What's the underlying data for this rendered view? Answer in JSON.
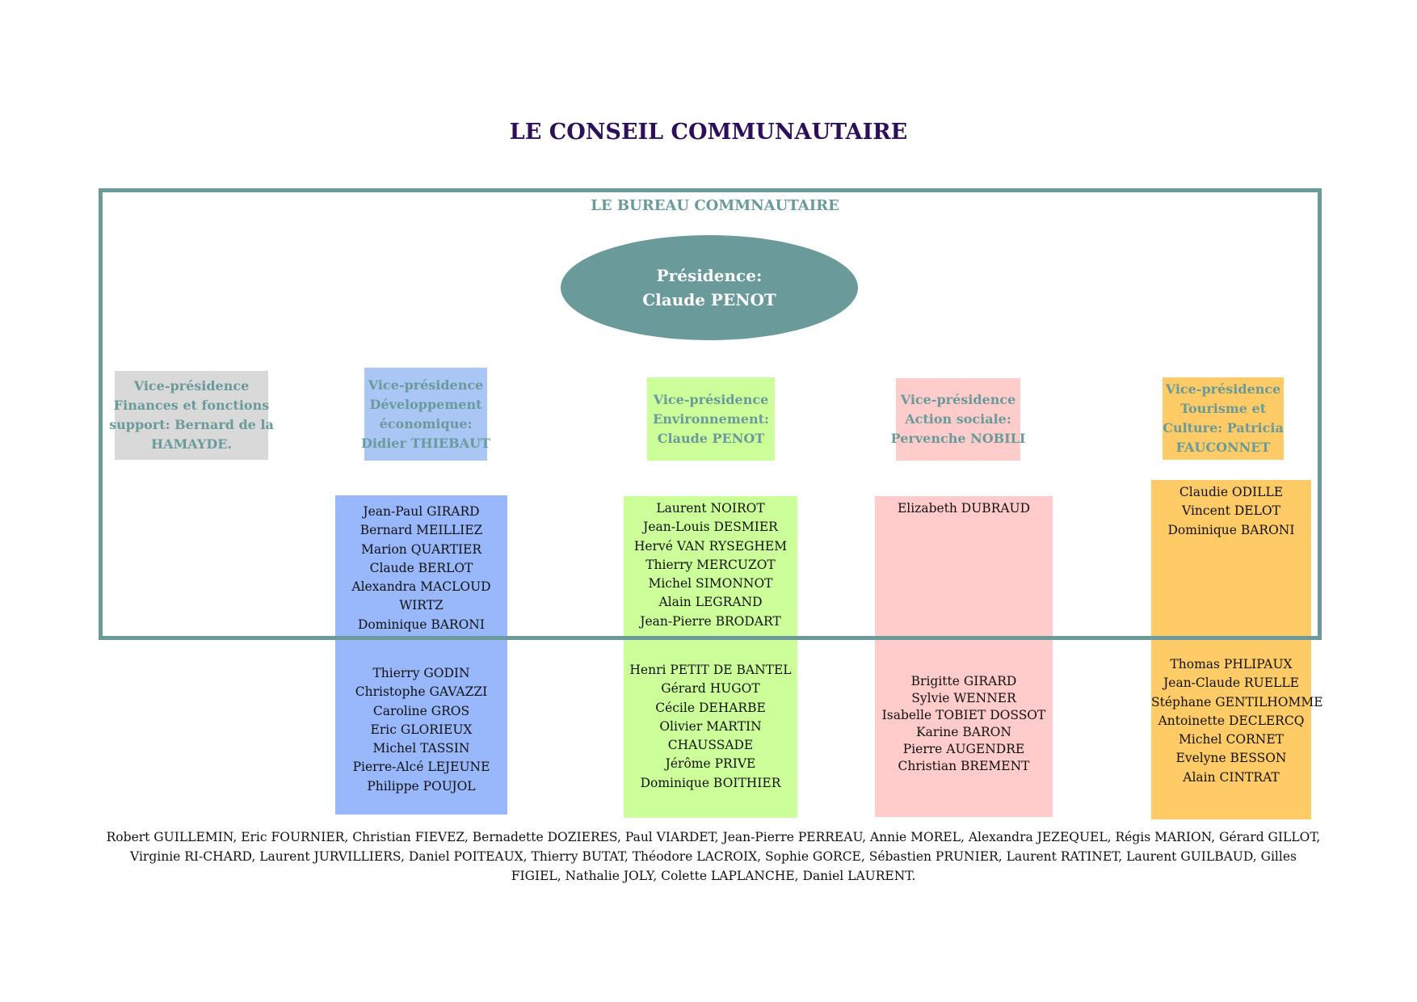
{
  "title": "LE CONSEIL COMMUNAUTAIRE",
  "bureau_title": "LE BUREAU COMMNAUTAIRE",
  "presidence": {
    "label": "Présidence:",
    "name": "Claude PENOT",
    "color": "#6a9a9a"
  },
  "vice_presidences": [
    {
      "lines": [
        "Vice-présidence",
        "Finances et fonctions",
        "support: Bernard de la",
        "HAMAYDE."
      ],
      "color": "#d9d9d9"
    },
    {
      "lines": [
        "Vice-présidence",
        "Développement",
        "économique:",
        "Didier THIEBAUT"
      ],
      "color": "#a9c6f5"
    },
    {
      "lines": [
        "Vice-présidence",
        "Environnement:",
        "Claude PENOT"
      ],
      "color": "#ccff99"
    },
    {
      "lines": [
        "Vice-présidence",
        "Action sociale:",
        "Pervenche NOBILI"
      ],
      "color": "#ffcccc"
    },
    {
      "lines": [
        "Vice-présidence",
        "Tourisme et",
        "Culture: Patricia",
        "FAUCONNET"
      ],
      "color": "#fecb66"
    }
  ],
  "member_columns": [
    {
      "color": "#99b8fb",
      "bureau_members": [
        "Jean-Paul GIRARD",
        "Bernard MEILLIEZ",
        "Marion QUARTIER",
        "Claude BERLOT",
        "Alexandra MACLOUD",
        "WIRTZ",
        "Dominique BARONI"
      ],
      "council_members": [
        "Thierry GODIN",
        "Christophe GAVAZZI",
        "Caroline GROS",
        "Eric GLORIEUX",
        "Michel TASSIN",
        "Pierre-Alcé LEJEUNE",
        "Philippe POUJOL"
      ]
    },
    {
      "color": "#ccff99",
      "bureau_members": [
        "Laurent NOIROT",
        "Jean-Louis DESMIER",
        "Hervé VAN RYSEGHEM",
        "Thierry MERCUZOT",
        "Michel SIMONNOT",
        "Alain LEGRAND",
        "Jean-Pierre BRODART"
      ],
      "council_members": [
        "Henri PETIT DE BANTEL",
        "Gérard HUGOT",
        "Cécile DEHARBE",
        "Olivier MARTIN",
        "CHAUSSADE",
        "Jérôme PRIVE",
        "Dominique BOITHIER"
      ]
    },
    {
      "color": "#ffcbcb",
      "bureau_members": [
        "Elizabeth DUBRAUD"
      ],
      "council_members": [
        "Brigitte GIRARD",
        "Sylvie WENNER",
        "Isabelle TOBIET DOSSOT",
        "Karine BARON",
        "Pierre AUGENDRE",
        "Christian BREMENT"
      ]
    },
    {
      "color": "#fecb66",
      "bureau_members": [
        "Claudie ODILLE",
        "Vincent DELOT",
        "Dominique BARONI"
      ],
      "council_members": [
        "Thomas PHLIPAUX",
        "Jean-Claude RUELLE",
        "Stéphane GENTILHOMME",
        "Antoinette DECLERCQ",
        "Michel CORNET",
        "Evelyne BESSON",
        "Alain CINTRAT"
      ]
    }
  ],
  "other_councillors": "Robert GUILLEMIN, Eric FOURNIER,  Christian FIEVEZ, Bernadette DOZIERES,  Paul VIARDET, Jean-Pierre PERREAU,  Annie MOREL, Alexandra JEZEQUEL, Régis MARION, Gérard GILLOT, Virginie RI-CHARD, Laurent JURVILLIERS, Daniel POITEAUX, Thierry BUTAT, Théodore LACROIX, Sophie GORCE, Sébastien PRUNIER,  Laurent RATINET, Laurent GUILBAUD,  Gilles FIGIEL, Nathalie JOLY, Colette LAPLANCHE, Daniel LAURENT."
}
